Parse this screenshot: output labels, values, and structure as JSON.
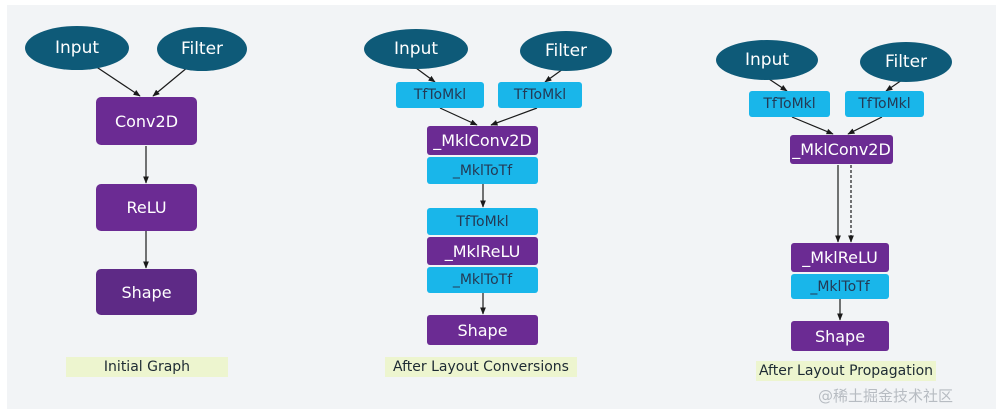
{
  "diagrams": {
    "initial": {
      "caption": "Initial Graph",
      "input": "Input",
      "filter": "Filter",
      "conv2d": "Conv2D",
      "relu": "ReLU",
      "shape": "Shape"
    },
    "conversions": {
      "caption": "After Layout Conversions",
      "input": "Input",
      "filter": "Filter",
      "tftomkl_left": "TfToMkl",
      "tftomkl_right": "TfToMkl",
      "mklconv2d": "_MklConv2D",
      "mkltotf_1": "_MklToTf",
      "tftomkl_mid": "TfToMkl",
      "mklrelu": "_MklReLU",
      "mkltotf_2": "_MklToTf",
      "shape": "Shape"
    },
    "propagation": {
      "caption": "After Layout Propagation",
      "input": "Input",
      "filter": "Filter",
      "tftomkl_left": "TfToMkl",
      "tftomkl_right": "TfToMkl",
      "mklconv2d": "_MklConv2D",
      "mklrelu": "_MklReLU",
      "mkltotf": "_MklToTf",
      "shape": "Shape"
    }
  },
  "colors": {
    "ellipse": "#0e5a78",
    "purple": "#6b2b93",
    "purple_dark": "#5e2a86",
    "blue": "#19b6ea",
    "caption_bg": "#edf5cf",
    "panel_bg": "#f2f4f6"
  },
  "watermark": "@稀土掘金技术社区"
}
